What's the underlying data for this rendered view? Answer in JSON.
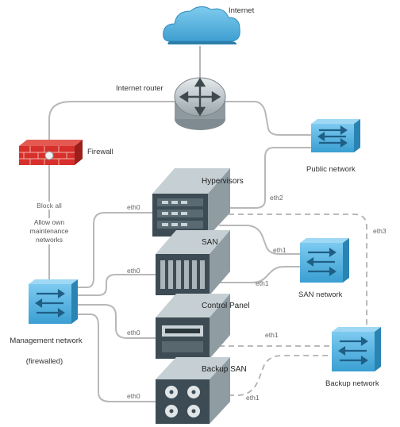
{
  "labels": {
    "internet": "Internet",
    "internet_router": "Internet router",
    "firewall": "Firewall",
    "public_network": "Public network",
    "block_all": "Block all",
    "allow_own": "Allow own maintenance networks",
    "management_network": "Management network",
    "firewalled": "(firewalled)",
    "san_network": "SAN network",
    "backup_network": "Backup network"
  },
  "servers": {
    "hypervisors": "Hypervisors",
    "san": "SAN",
    "control_panel": "Control Panel",
    "backup_san": "Backup SAN"
  },
  "interfaces": {
    "hyp_eth0": "eth0",
    "hyp_eth2": "eth2",
    "hyp_eth3": "eth3",
    "hyp_eth1": "eth1",
    "san_eth0": "eth0",
    "san_eth1": "eth1",
    "cp_eth0": "eth0",
    "cp_eth1": "eth1",
    "bsan_eth0": "eth0",
    "bsan_eth1": "eth1"
  },
  "colors": {
    "cloud": "#5fb7e0",
    "switch": "#63b9e6",
    "switch_dark": "#2c8dbf",
    "firewall": "#d7302c",
    "server_dark": "#3a4a52",
    "server_light": "#c9d1d4",
    "line": "#b5b5b5"
  }
}
